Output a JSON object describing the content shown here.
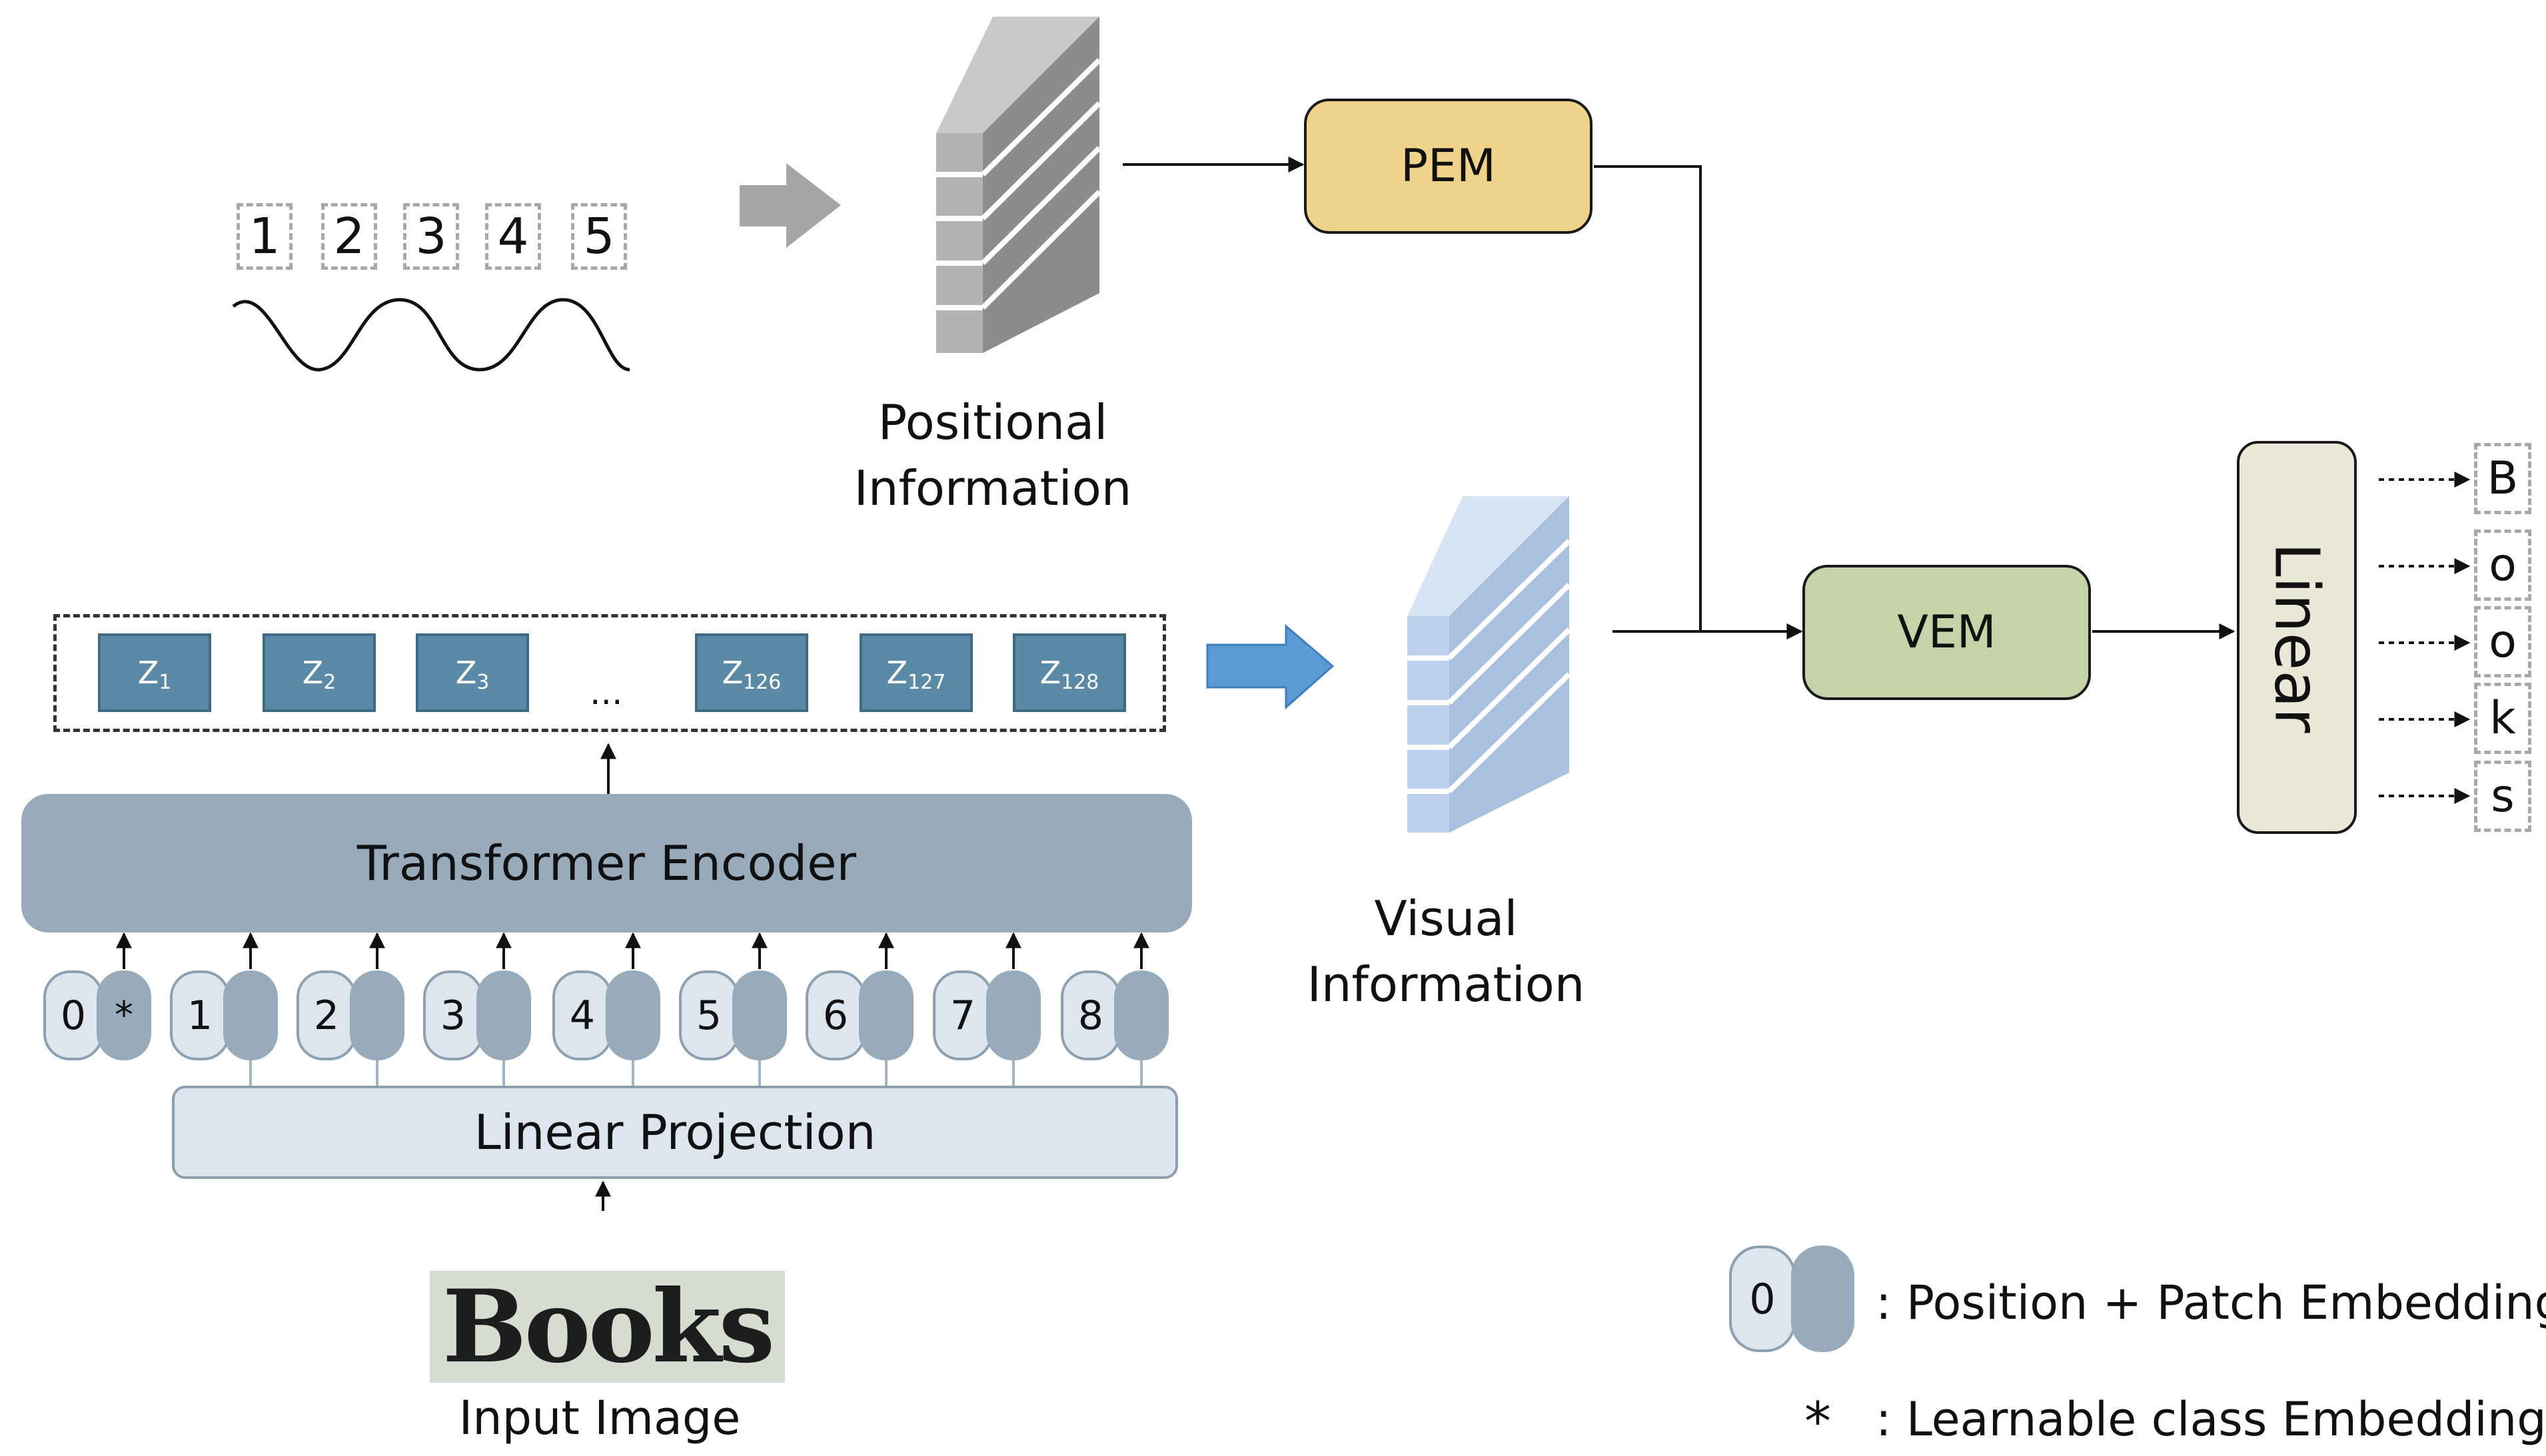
{
  "positions": [
    "1",
    "2",
    "3",
    "4",
    "5"
  ],
  "positional_label": [
    "Positional",
    "Information"
  ],
  "visual_label": [
    "Visual",
    "Information"
  ],
  "pem_label": "PEM",
  "vem_label": "VEM",
  "linear_label": "Linear",
  "encoder_label": "Transformer Encoder",
  "projection_label": "Linear Projection",
  "z_tokens": [
    {
      "base": "Z",
      "sub": "1"
    },
    {
      "base": "Z",
      "sub": "2"
    },
    {
      "base": "Z",
      "sub": "3"
    },
    {
      "base": "Z",
      "sub": "126"
    },
    {
      "base": "Z",
      "sub": "127"
    },
    {
      "base": "Z",
      "sub": "128"
    }
  ],
  "z_ellipsis": "...",
  "tokens": [
    {
      "pos": "0",
      "patch": "*"
    },
    {
      "pos": "1",
      "patch": ""
    },
    {
      "pos": "2",
      "patch": ""
    },
    {
      "pos": "3",
      "patch": ""
    },
    {
      "pos": "4",
      "patch": ""
    },
    {
      "pos": "5",
      "patch": ""
    },
    {
      "pos": "6",
      "patch": ""
    },
    {
      "pos": "7",
      "patch": ""
    },
    {
      "pos": "8",
      "patch": ""
    }
  ],
  "input_image_text": "Books",
  "input_image_label": "Input Image",
  "output_chars": [
    "B",
    "o",
    "o",
    "k",
    "s"
  ],
  "legend": {
    "token_pos": "0",
    "token_text": ": Position + Patch Embedding",
    "star_symbol": "*",
    "star_text": ": Learnable class Embedding"
  },
  "colors": {
    "pem": "#efd38a",
    "vem": "#c4d4a8",
    "linear": "#e9e8d8",
    "encoder": "#97abba",
    "projection": "#dde6ee",
    "z_token": "#5b8aa6",
    "blue_arrow": "#5b9bd5",
    "gray_arrow": "#a6a6a6"
  }
}
